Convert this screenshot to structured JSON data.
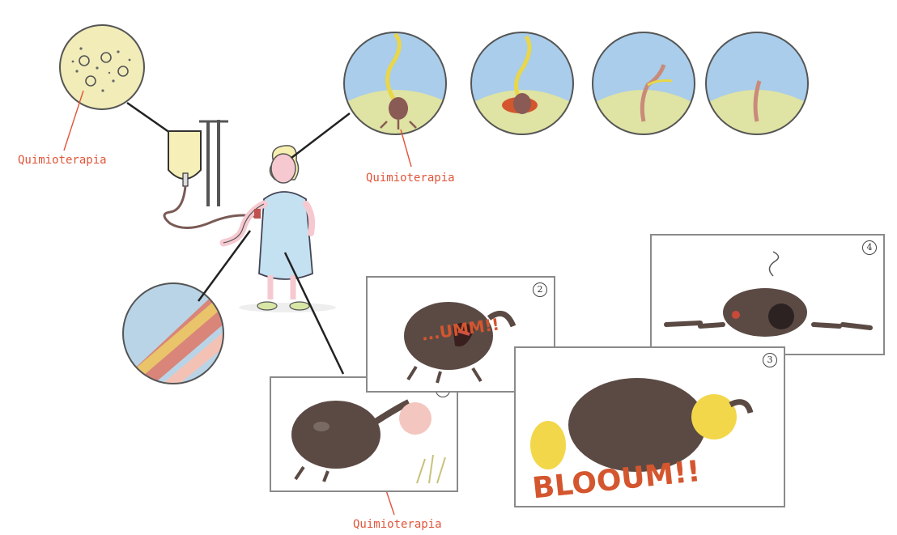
{
  "labels": {
    "chemo_bag": "Quimioterapia",
    "chemo_tree": "Quimioterapia",
    "chemo_cancer_cell": "Quimioterapia"
  },
  "panels": [
    {
      "number": "1"
    },
    {
      "number": "2"
    },
    {
      "number": "3"
    },
    {
      "number": "4"
    }
  ],
  "onomatopoeia": {
    "panel2": "...UMM!!",
    "panel3": "BLOOUM!!"
  },
  "colors": {
    "caption": "#e0553a",
    "sky": "#a9cdea",
    "grass": "#dfe3a3",
    "cell_fur": "#5b4a44",
    "bulb": "#8a5a55",
    "gown": "#c4e1f2",
    "explosion": "#d4562e"
  }
}
